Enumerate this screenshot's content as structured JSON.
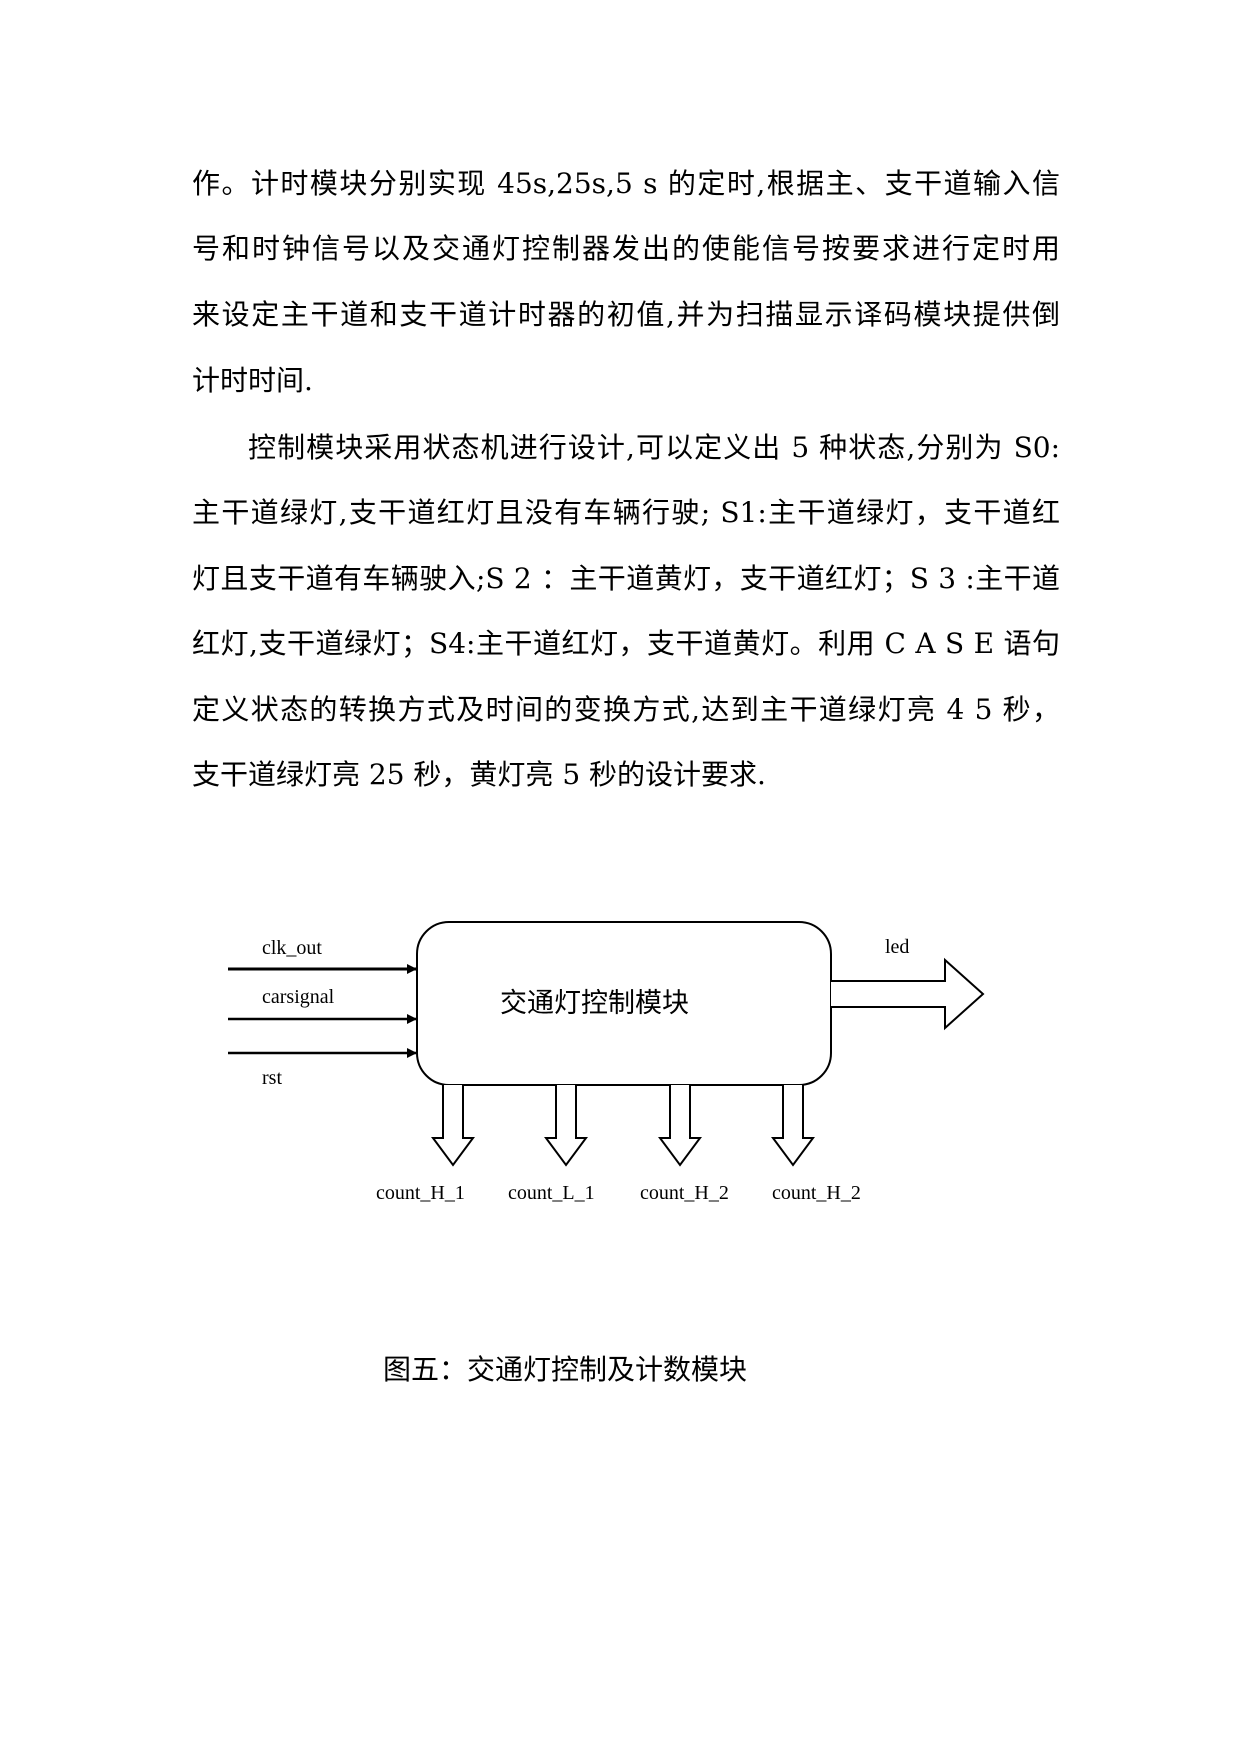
{
  "paragraphs": [
    {
      "lines": [
        "作。计时模块分别实现 45s,25s,5 s 的定时,根据主、支干道输入信",
        "号和时钟信号以及交通灯控制器发出的使能信号按要求进行定时用",
        "来设定主干道和支干道计时器的初值,并为扫描显示译码模块提供倒",
        "计时时间."
      ]
    },
    {
      "lines": [
        "控制模块采用状态机进行设计,可以定义出 5 种状态,分别为 S0:",
        "主干道绿灯,支干道红灯且没有车辆行驶; S1:主干道绿灯，支干道红",
        "灯且支干道有车辆驶入;S 2 ：主干道黄灯，支干道红灯；S 3 :主干道",
        "红灯,支干道绿灯；S4:主干道红灯，支干道黄灯。利用 C A S E 语句",
        "定义状态的转换方式及时间的变换方式,达到主干道绿灯亮 4 5 秒，",
        "支干道绿灯亮 25 秒，黄灯亮 5 秒的设计要求."
      ]
    }
  ],
  "diagram": {
    "module_label": "交通灯控制模块",
    "inputs": [
      "clk_out",
      "carsignal",
      "rst"
    ],
    "output_right": "led",
    "outputs_bottom": [
      "count_H_1",
      "count_L_1",
      "count_H_2",
      "count_H_2"
    ]
  },
  "caption": "图五：交通灯控制及计数模块"
}
